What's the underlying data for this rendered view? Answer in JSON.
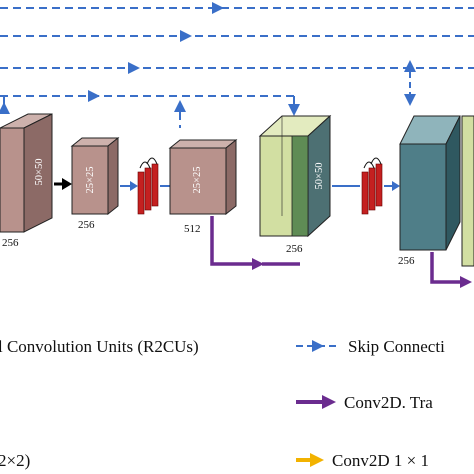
{
  "blocks": [
    {
      "face_label": "50×50",
      "caption": "256"
    },
    {
      "face_label": "25×25",
      "caption": "256"
    },
    {
      "face_label": "25×25",
      "caption": "512"
    },
    {
      "face_label": "50×50",
      "caption": "256"
    },
    {
      "face_label": "",
      "caption": "256"
    }
  ],
  "legend": {
    "r2cu": "l Convolution Units (R2CUs)",
    "skip": "Skip Connecti",
    "transpose": "Conv2D. Tra",
    "pool": "2×2)",
    "conv1x1": "Conv2D 1 × 1"
  },
  "colors": {
    "skip": "#3a6fc8",
    "transpose": "#6b2c8f",
    "conv1x1": "#f2b200",
    "pool_arrow": "#000000",
    "r2cu": "#c42020",
    "encoder_block": "#b8928c",
    "decoder_front": "#d2dfa2",
    "decoder_side": "#4d7073",
    "decoder_inner": "#5f8c55",
    "decoder2_front": "#4f7e88"
  },
  "icons": [
    "r2cu-stack-icon",
    "skip-connection-arrow-icon",
    "transpose-arrow-icon",
    "conv1x1-arrow-icon",
    "pool-arrow-icon"
  ]
}
